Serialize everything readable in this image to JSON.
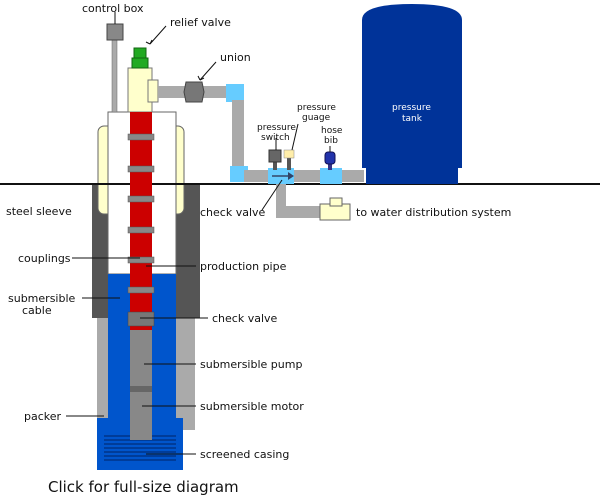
{
  "labels": {
    "control_box": "control box",
    "relief_valve": "relief valve",
    "union": "union",
    "pressure_switch": [
      "pressure",
      "switch"
    ],
    "pressure_gauge": [
      "pressure",
      "guage"
    ],
    "hose_bib": [
      "hose",
      "bib"
    ],
    "pressure_tank": [
      "pressure",
      "tank"
    ],
    "steel_sleeve": "steel sleeve",
    "check_valve_top": "check valve",
    "to_water_distribution": "to water distribution system",
    "couplings": "couplings",
    "production_pipe": "production pipe",
    "submersible_cable": [
      "submersible",
      "cable"
    ],
    "check_valve": "check valve",
    "submersible_pump": "submersible pump",
    "packer": "packer",
    "submersible_motor": "submersible motor",
    "screened_casing": "screened casing"
  },
  "caption": "Click for full-size diagram",
  "colors": {
    "well_casing_dark": "#555555",
    "well_casing_light": "#aaaaaa",
    "sleeve_yellow": "#ffffcc",
    "water_blue": "#0055cc",
    "production_pipe_red": "#cc0000",
    "plumbing_gray": "#aaaaaa",
    "plumbing_fitting_blue": "#66ccff",
    "pressure_tank": "#003399",
    "relief_valve_green": "#22aa22"
  }
}
